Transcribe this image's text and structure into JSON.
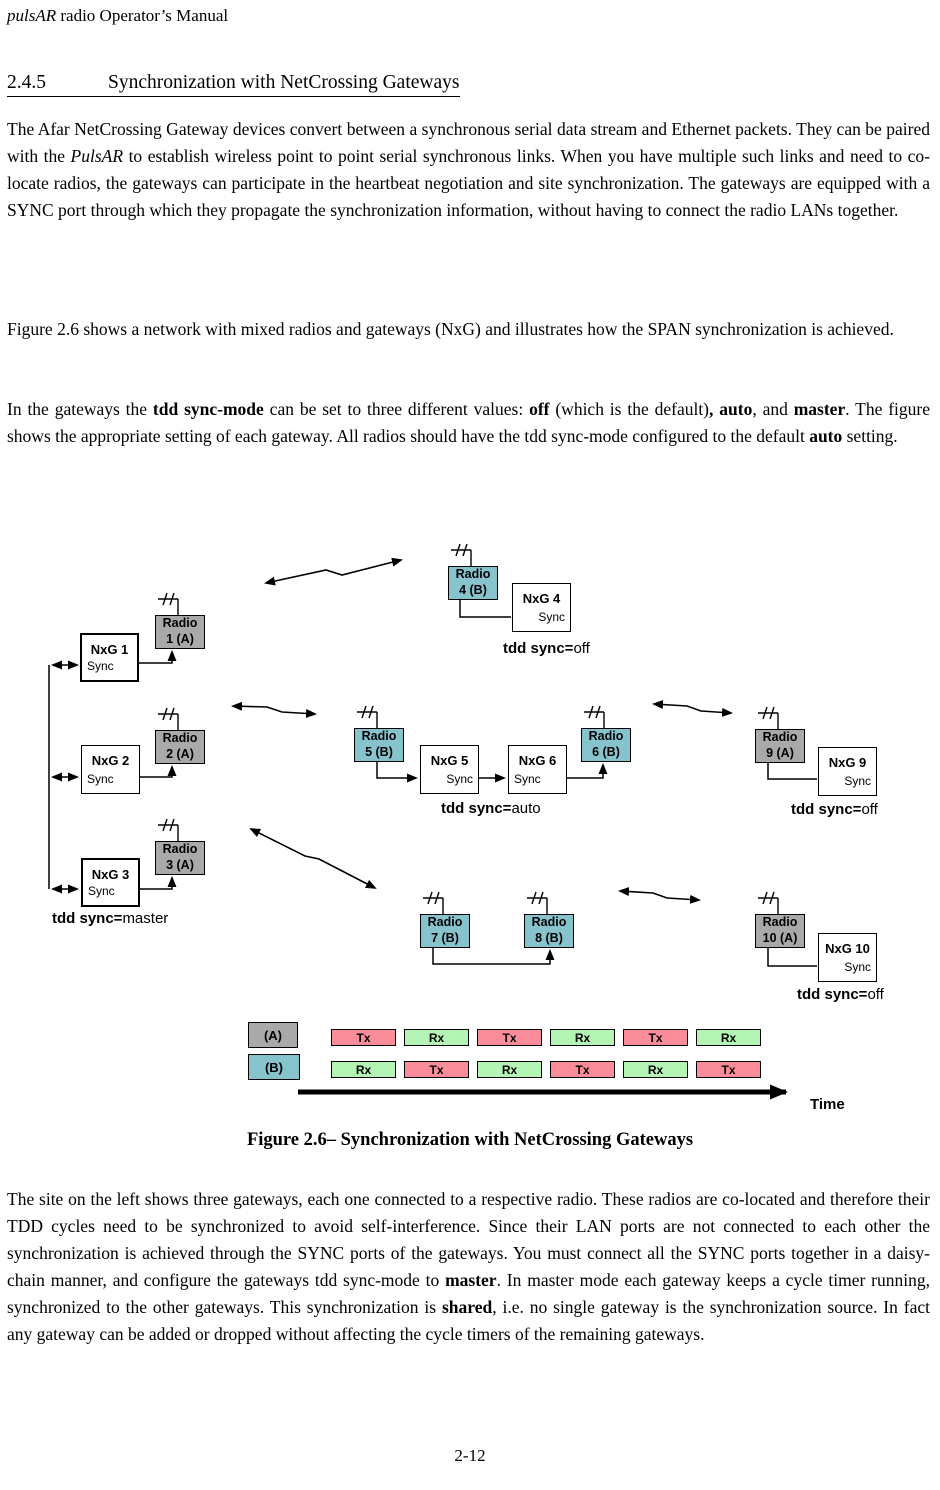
{
  "doc": {
    "header": [
      {
        "t": "pulsAR",
        "c": "i"
      },
      {
        "t": " radio Operator’s Manual",
        "c": "n"
      }
    ],
    "heading": {
      "number": "2.4.5",
      "title": "Synchronization with NetCrossing Gateways"
    },
    "p1": [
      {
        "t": "The Afar NetCrossing Gateway devices convert between a synchronous serial data stream and Ethernet packets. They can be paired with the ",
        "c": "n"
      },
      {
        "t": "PulsAR",
        "c": "i"
      },
      {
        "t": " to establish wireless point to point serial synchronous links.  When you have multiple such links and need to co-locate radios, the gateways can participate in the heartbeat negotiation and site synchronization.  The gateways are equipped with a SYNC port through which they propagate the synchronization information, without having to connect the radio LANs together.",
        "c": "n"
      }
    ],
    "p2": [
      {
        "t": "Figure 2.6 shows a network with mixed radios and gateways (NxG) and illustrates how the SPAN synchronization is achieved.",
        "c": "n"
      }
    ],
    "p3": [
      {
        "t": "In the gateways the ",
        "c": "n"
      },
      {
        "t": "tdd sync-mode",
        "c": "b"
      },
      {
        "t": " can be set to three different values:  ",
        "c": "n"
      },
      {
        "t": "off",
        "c": "b"
      },
      {
        "t": " (which is the default)",
        "c": "n"
      },
      {
        "t": ",",
        "c": "b"
      },
      {
        "t": " ",
        "c": "n"
      },
      {
        "t": "auto",
        "c": "b"
      },
      {
        "t": ", and ",
        "c": "n"
      },
      {
        "t": "master",
        "c": "b"
      },
      {
        "t": ".  The figure shows the appropriate setting of each gateway.  All radios should have the tdd sync-mode configured to the default ",
        "c": "n"
      },
      {
        "t": "auto",
        "c": "b"
      },
      {
        "t": " setting.",
        "c": "n"
      }
    ],
    "p4": [
      {
        "t": "The site on the left shows three gateways, each one connected to a respective radio.  These radios are co-located and therefore their TDD cycles need to be synchronized to avoid self-interference.  Since their LAN ports are not connected to each other the synchronization is achieved through the SYNC ports of the gateways.  You must connect all the SYNC ports together in a daisy-chain manner, and configure the gateways tdd sync-mode to ",
        "c": "n"
      },
      {
        "t": "master",
        "c": "b"
      },
      {
        "t": ". In master mode each gateway keeps a cycle timer running, synchronized to the other gateways.  This synchronization is ",
        "c": "n"
      },
      {
        "t": "shared",
        "c": "b"
      },
      {
        "t": ", i.e. no single gateway is the synchronization source.  In fact any gateway can be added or dropped without affecting the cycle timers of the remaining gateways.",
        "c": "n"
      }
    ],
    "caption": "Figure 2.6– Synchronization with NetCrossing Gateways",
    "page_number": "2-12"
  },
  "figure": {
    "radios": [
      {
        "label": "Radio\n1 (A)"
      },
      {
        "label": "Radio\n2 (A)"
      },
      {
        "label": "Radio\n3 (A)"
      },
      {
        "label": "Radio\n4 (B)"
      },
      {
        "label": "Radio\n5 (B)"
      },
      {
        "label": "Radio\n6 (B)"
      },
      {
        "label": "Radio\n7 (B)"
      },
      {
        "label": "Radio\n8 (B)"
      },
      {
        "label": "Radio\n9 (A)"
      },
      {
        "label": "Radio\n10 (A)"
      }
    ],
    "gateways": [
      {
        "name": "NxG 1",
        "sync": "Sync"
      },
      {
        "name": "NxG 2",
        "sync": "Sync"
      },
      {
        "name": "NxG 3",
        "sync": "Sync"
      },
      {
        "name": "NxG 4",
        "sync": "Sync"
      },
      {
        "name": "NxG 5",
        "sync": "Sync"
      },
      {
        "name": "NxG 6",
        "sync": "Sync"
      },
      {
        "name": "NxG 9",
        "sync": "Sync"
      },
      {
        "name": "NxG 10",
        "sync": "Sync"
      }
    ],
    "tdd_labels": [
      {
        "prefix": "tdd sync=",
        "value": "master"
      },
      {
        "prefix": "tdd sync=",
        "value": "off"
      },
      {
        "prefix": "tdd sync=",
        "value": "auto"
      },
      {
        "prefix": "tdd sync=",
        "value": "off"
      },
      {
        "prefix": "tdd sync=",
        "value": "off"
      }
    ],
    "timing": {
      "rows": [
        {
          "label": "(A)",
          "cells": [
            "Tx",
            "Rx",
            "Tx",
            "Rx",
            "Tx",
            "Rx"
          ]
        },
        {
          "label": "(B)",
          "cells": [
            "Rx",
            "Tx",
            "Rx",
            "Tx",
            "Rx",
            "Tx"
          ]
        }
      ],
      "time_label": "Time"
    },
    "colors": {
      "radio_a_fill": "#a9a9a9",
      "radio_b_fill": "#86c3cd",
      "tx_fill": "#fa8d99",
      "rx_fill": "#b4f4b4"
    }
  }
}
